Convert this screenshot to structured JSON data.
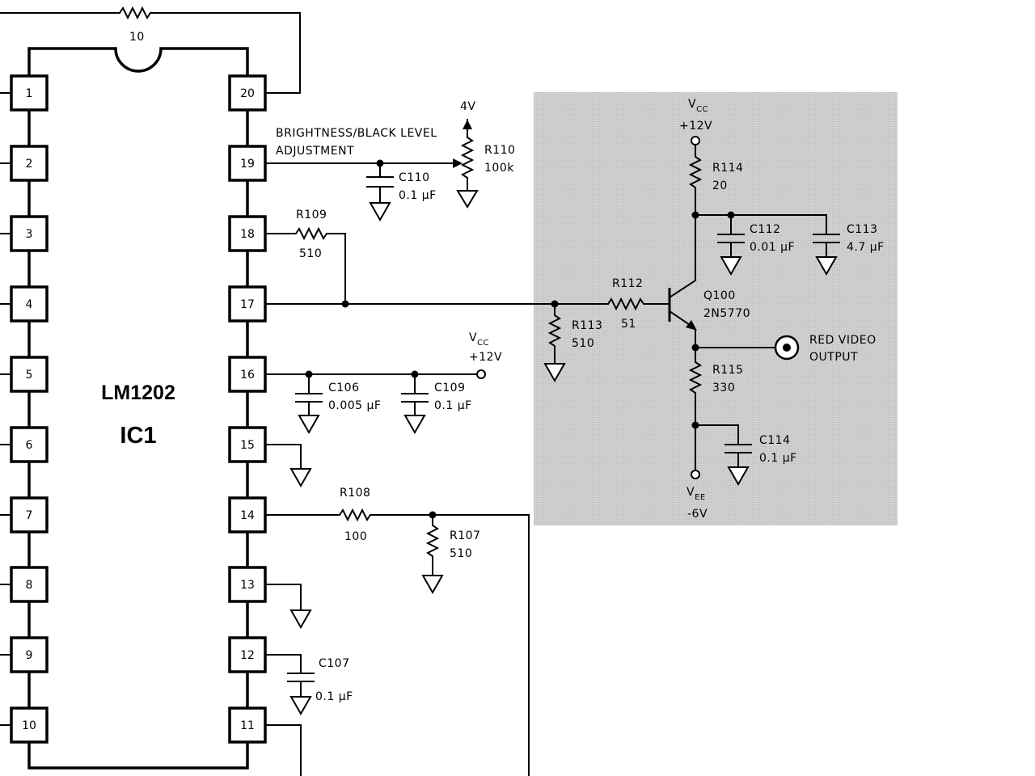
{
  "ic": {
    "part": "LM1202",
    "ref": "IC1",
    "left_pins": [
      "1",
      "2",
      "3",
      "4",
      "5",
      "6",
      "7",
      "8",
      "9",
      "10"
    ],
    "right_pins": [
      "20",
      "19",
      "18",
      "17",
      "16",
      "15",
      "14",
      "13",
      "12",
      "11"
    ]
  },
  "feedback_resistor": {
    "value": "10"
  },
  "brightness": {
    "label_line1": "BRIGHTNESS/BLACK LEVEL",
    "label_line2": "ADJUSTMENT",
    "supply": "4V",
    "pot_ref": "R110",
    "pot_value": "100k",
    "cap_ref": "C110",
    "cap_value": "0.1 μF"
  },
  "r109": {
    "ref": "R109",
    "value": "510"
  },
  "pin16_supply": {
    "vcc_main": "V",
    "vcc_sub": "CC",
    "voltage": "+12V",
    "c106_ref": "C106",
    "c106_value": "0.005 μF",
    "c109_ref": "C109",
    "c109_value": "0.1 μF"
  },
  "r108": {
    "ref": "R108",
    "value": "100"
  },
  "r107": {
    "ref": "R107",
    "value": "510"
  },
  "c107": {
    "ref": "C107",
    "value": "0.1 μF"
  },
  "output_stage": {
    "shade_color": "#d4d4d4",
    "vcc_main": "V",
    "vcc_sub": "CC",
    "vcc_voltage": "+12V",
    "r114_ref": "R114",
    "r114_value": "20",
    "c112_ref": "C112",
    "c112_value": "0.01 μF",
    "c113_ref": "C113",
    "c113_value": "4.7 μF",
    "r112_ref": "R112",
    "r112_value": "51",
    "q_ref": "Q100",
    "q_part": "2N5770",
    "r113_ref": "R113",
    "r113_value": "510",
    "out_line1": "RED VIDEO",
    "out_line2": "OUTPUT",
    "r115_ref": "R115",
    "r115_value": "330",
    "c114_ref": "C114",
    "c114_value": "0.1 μF",
    "vee_main": "V",
    "vee_sub": "EE",
    "vee_voltage": "-6V"
  }
}
